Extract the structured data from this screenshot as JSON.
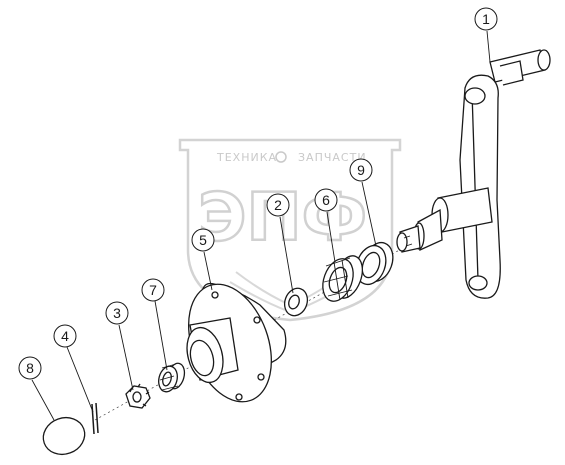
{
  "watermark": {
    "top_text_left": "ТЕХНИКА",
    "top_text_right": "ЗАПЧАСТИ",
    "logo_text": "ЭПФ"
  },
  "callouts": {
    "c1": "1",
    "c2": "2",
    "c3": "3",
    "c4": "4",
    "c5": "5",
    "c6": "6",
    "c7": "7",
    "c8": "8",
    "c9": "9"
  },
  "colors": {
    "line": "#1a1a1a",
    "watermark": "#c8c8c8"
  }
}
